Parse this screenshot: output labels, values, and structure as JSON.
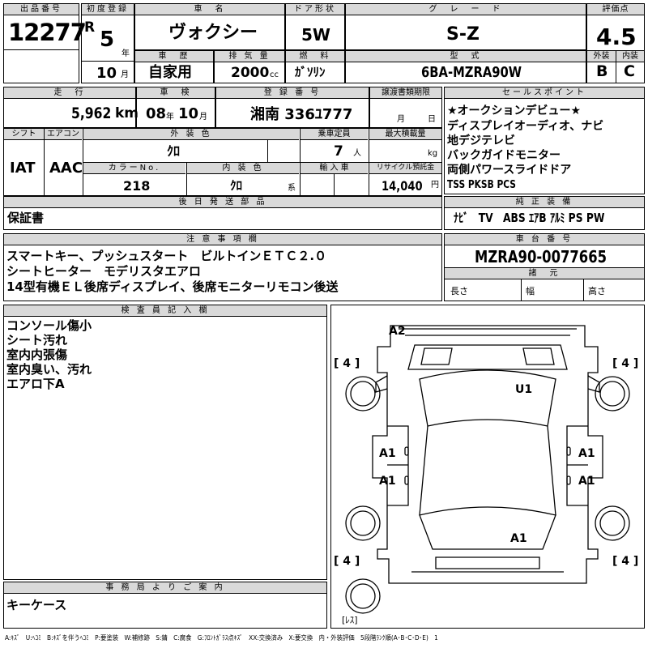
{
  "header": {
    "lot_label": "出品番号",
    "lot_no": "12277",
    "first_reg_label": "初度登録",
    "era": "R",
    "year": "5",
    "year_unit": "年",
    "month": "10",
    "month_unit": "月",
    "name_label": "車　名",
    "car_name": "ヴォクシー",
    "door_label": "ドア形状",
    "door": "5W",
    "grade_label": "グ　レ　ー　ド",
    "grade": "S-Z",
    "score_label": "評価点",
    "score": "4.5",
    "history_label": "車　歴",
    "history": "自家用",
    "disp_label": "排 気 量",
    "displacement": "2000",
    "disp_unit": "cc",
    "fuel_label": "燃　料",
    "fuel": "ｶﾞｿﾘﾝ",
    "model_label": "型　式",
    "model": "6BA-MZRA90W",
    "ext_label": "外装",
    "ext_grade": "B",
    "int_label": "内装",
    "int_grade": "C"
  },
  "row2": {
    "mileage_label": "走　行",
    "mileage": "5,962",
    "mileage_unit": "km",
    "inspection_label": "車　検",
    "insp_year": "08",
    "insp_year_unit": "年",
    "insp_month": "10",
    "insp_month_unit": "月",
    "reg_label": "登 録 番 号",
    "plate": "湘南 336ﾕ777",
    "transfer_label": "譲渡書類期限",
    "transfer_month": "月",
    "transfer_day": "日",
    "sales_label": "セールスポイント",
    "sales_points": [
      "★オークションデビュー★",
      "ディスプレイオーディオ、ナビ",
      "地デジテレビ",
      "バックガイドモニター",
      "両側パワースライドドア",
      "TSS PKSB PCS"
    ]
  },
  "row3": {
    "shift_label": "シフト",
    "shift": "IAT",
    "ac_label": "エアコン",
    "ac": "AAC",
    "ext_color_label": "外 装 色",
    "ext_color": "ｸﾛ",
    "capacity_label": "乗車定員",
    "capacity": "7",
    "capacity_unit": "人",
    "load_label": "最大積載量",
    "load_unit": "kg",
    "color_no_label": "カラーNo.",
    "color_no": "218",
    "int_color_label": "内 装 色",
    "int_color": "ｸﾛ",
    "int_color_unit": "系",
    "import_label": "輸 入 車",
    "recycle_label": "リサイクル預託金",
    "recycle": "14,040",
    "recycle_unit": "円",
    "after_label": "後 日 発 送 部 品",
    "after_items": "保証書",
    "genuine_label": "純 正 装 備",
    "genuine_items": "ﾅﾋﾞ　TV　ABS ｴｱB ｱﾙﾐ PS PW"
  },
  "notes": {
    "label": "注 意 事 項 欄",
    "lines": [
      "スマートキー、プッシュスタート　ビルトインＥＴＣ２.０",
      "シートヒーター　モデリスタエアロ",
      "14型有機ＥＬ後席ディスプレイ、後席モニターリモコン後送"
    ],
    "chassis_label": "車 台 番 号",
    "chassis": "MZRA90-0077665",
    "spec_label": "諸　元",
    "length_label": "長さ",
    "width_label": "幅",
    "height_label": "高さ"
  },
  "inspector": {
    "label": "検 査 員 記 入 欄",
    "lines": [
      "コンソール傷小",
      "シート汚れ",
      "室内内張傷",
      "室内臭い、汚れ",
      "エアロ下A"
    ]
  },
  "diagram": {
    "marks": {
      "a2": "A2",
      "u1": "U1",
      "a1_l1": "A1",
      "a1_r1": "A1",
      "a1_l2": "A1",
      "a1_r2": "A1",
      "a1_bottom": "A1"
    },
    "tire_tl": "[ 4 ]",
    "tire_tr": "[ 4 ]",
    "tire_bl": "[ 4 ]",
    "tire_br": "[ 4 ]",
    "spare": "[ﾚｽ]"
  },
  "office": {
    "label": "事 務 局 よ り ご 案 内",
    "text": "キーケース"
  },
  "legend": "A:ｷｽﾞ　U:ﾍｺﾐ　B:ｷｽﾞを伴うﾍｺﾐ　P:要塗装　W:補修跡　S:錆　C:腐食　G:ﾌﾛﾝﾄｶﾞﾗｽ点ｷｽﾞ　XX:交換済み　X:要交換　内・外装評価　5段階ﾗﾝｸ順(A･B･C･D･E)　1"
}
